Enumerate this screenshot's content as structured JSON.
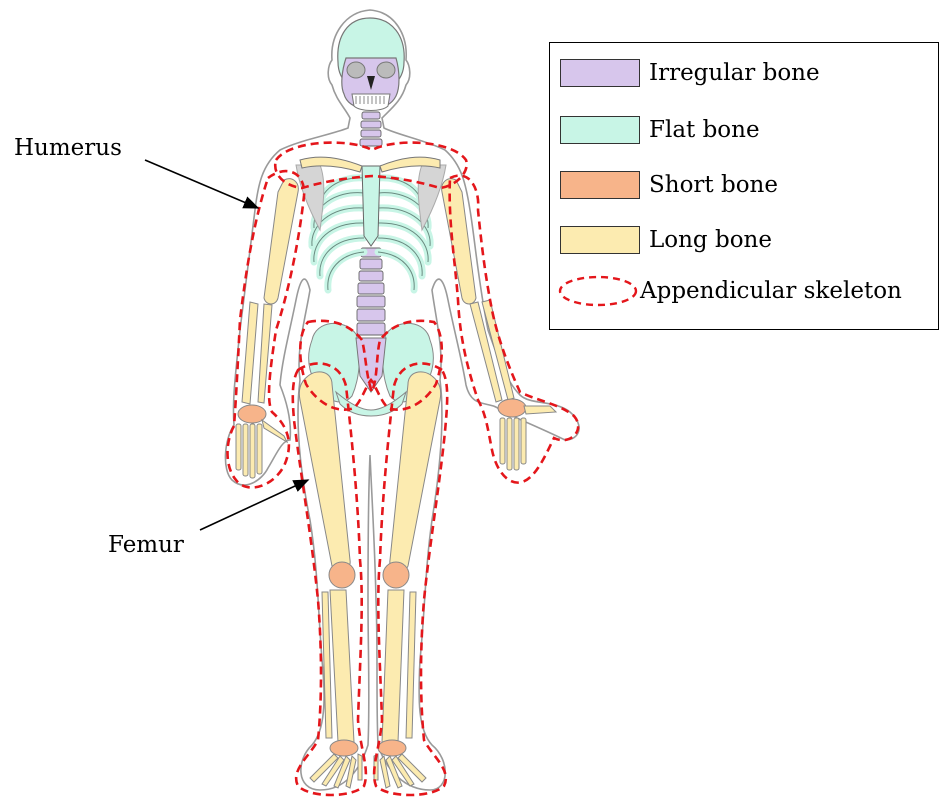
{
  "legend": {
    "items": [
      {
        "label": "Irregular bone",
        "color": "#d7c6ec"
      },
      {
        "label": "Flat bone",
        "color": "#c8f5e6"
      },
      {
        "label": "Short bone",
        "color": "#f7b48a"
      },
      {
        "label": "Long bone",
        "color": "#fcebb0"
      }
    ],
    "appendicular": {
      "label": "Appendicular skeleton",
      "color": "#e4161b"
    }
  },
  "callouts": {
    "humerus": "Humerus",
    "femur": "Femur"
  },
  "colors": {
    "irregular": "#d7c6ec",
    "flat": "#c8f5e6",
    "short": "#f7b48a",
    "long": "#fcebb0",
    "outline": "#9a9a9a",
    "appendicular": "#e4161b"
  }
}
